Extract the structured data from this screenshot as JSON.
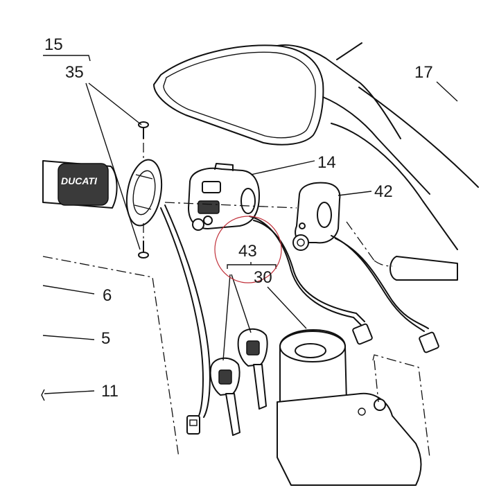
{
  "labels": {
    "cut_top": "15",
    "screws": "35",
    "mirror": "17",
    "switch": "14",
    "cover": "42",
    "keys_group": "43",
    "ignition": "30",
    "ref6": "6",
    "ref5": "5",
    "ref11": "11"
  },
  "grip_brand": "DUCATI",
  "highlight_color": "#c0303a"
}
